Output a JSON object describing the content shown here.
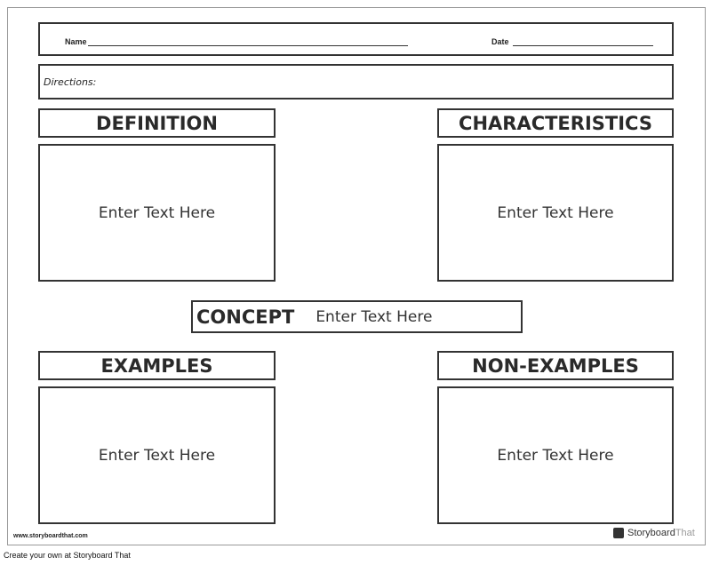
{
  "header": {
    "name_label": "Name",
    "date_label": "Date",
    "directions_label": "Directions:"
  },
  "sections": {
    "definition": {
      "title": "DEFINITION",
      "body": "Enter Text Here"
    },
    "characteristics": {
      "title": "CHARACTERISTICS",
      "body": "Enter Text Here"
    },
    "concept": {
      "title": "CONCEPT",
      "body": "Enter Text Here"
    },
    "examples": {
      "title": "EXAMPLES",
      "body": "Enter Text Here"
    },
    "non_examples": {
      "title": "NON-EXAMPLES",
      "body": "Enter Text Here"
    }
  },
  "footer": {
    "url": "www.storyboardthat.com",
    "logo_a": "Storyboard",
    "logo_b": "That",
    "create_link": "Create your own at Storyboard That"
  }
}
